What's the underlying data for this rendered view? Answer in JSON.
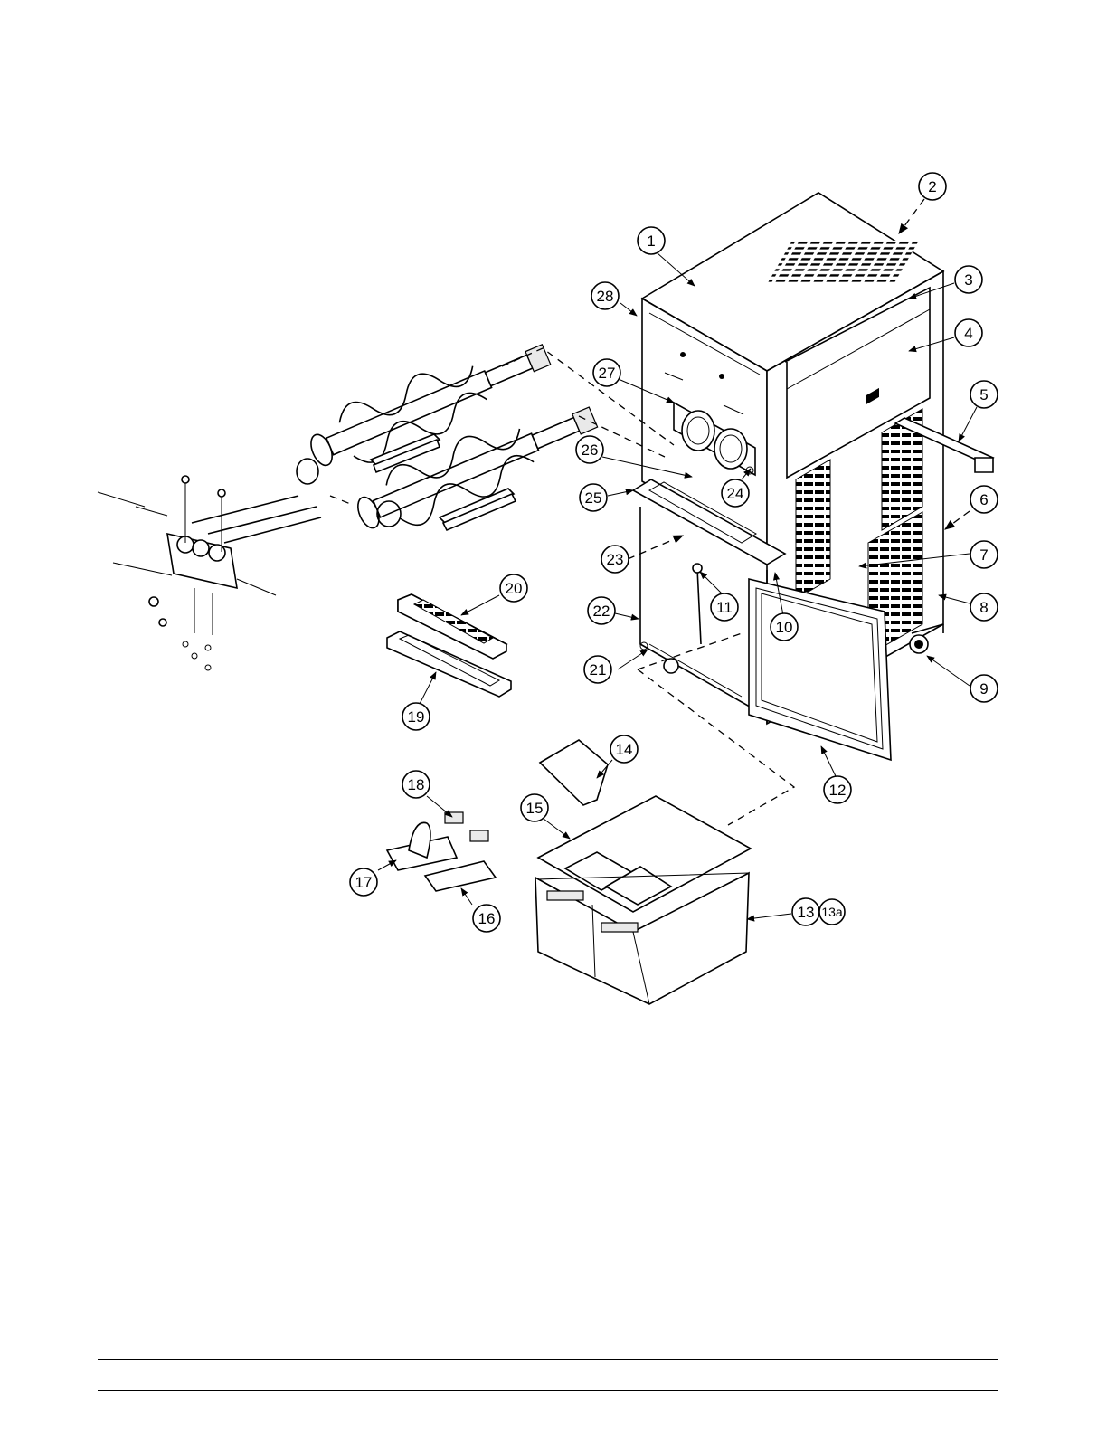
{
  "callouts": {
    "c1": "1",
    "c2": "2",
    "c3": "3",
    "c4": "4",
    "c5": "5",
    "c6": "6",
    "c7": "7",
    "c8": "8",
    "c9": "9",
    "c10": "10",
    "c11": "11",
    "c12": "12",
    "c13": "13",
    "c13a": "13a",
    "c14": "14",
    "c15": "15",
    "c16": "16",
    "c17": "17",
    "c18": "18",
    "c19": "19",
    "c20": "20",
    "c21": "21",
    "c22": "22",
    "c23": "23",
    "c24": "24",
    "c25": "25",
    "c26": "26",
    "c27": "27",
    "c28": "28"
  }
}
